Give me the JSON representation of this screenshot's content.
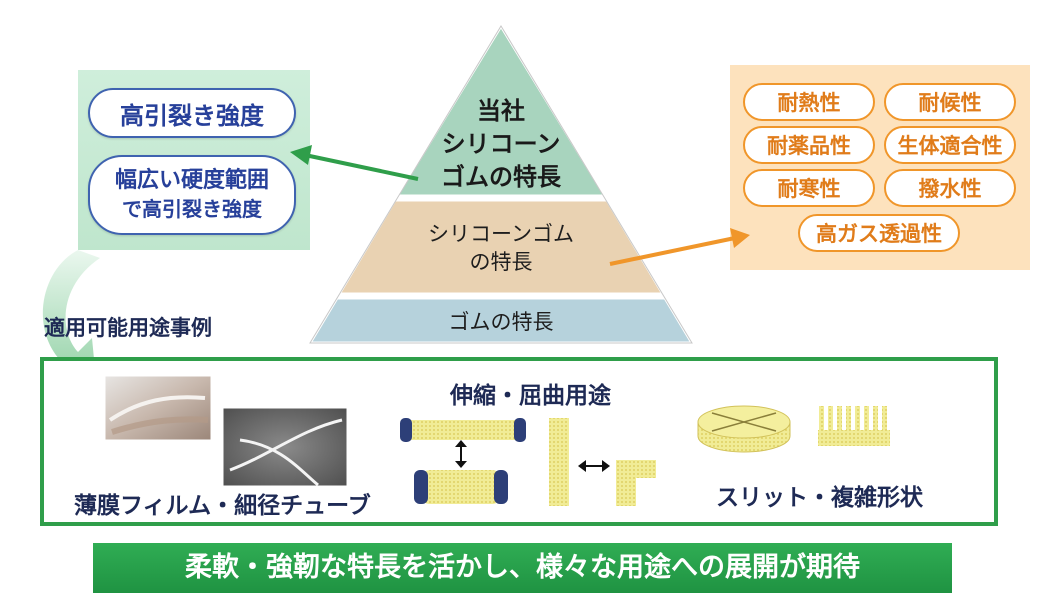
{
  "pyramid": {
    "top_lines": [
      "当社",
      "シリコーン",
      "ゴムの特長"
    ],
    "middle_lines": [
      "シリコーンゴム",
      "の特長"
    ],
    "bottom": "ゴムの特長"
  },
  "left_box": {
    "item1": "高引裂き強度",
    "item2_lines": [
      "幅広い硬度範囲",
      "で高引裂き強度"
    ]
  },
  "right_box": {
    "items": [
      "耐熱性",
      "耐候性",
      "耐薬品性",
      "生体適合性",
      "耐寒性",
      "撥水性",
      "高ガス透過性"
    ]
  },
  "applications": {
    "heading": "適用可能用途事例",
    "film_tube": "薄膜フィルム・細径チューブ",
    "stretch_bend": "伸縮・屈曲用途",
    "slit_complex": "スリット・複雑形状"
  },
  "banner": "柔軟・強靭な特長を活かし、様々な用途への展開が期待",
  "colors": {
    "green_box": "#c9ebd6",
    "orange_box": "#fde2bd",
    "pyramid_top": "#a8d4be",
    "pyramid_middle": "#e9d2b2",
    "pyramid_bottom": "#b6d2dc",
    "frame_green": "#2f9e4a",
    "banner_green": "#24a048",
    "arrow_orange": "#f0962a"
  }
}
